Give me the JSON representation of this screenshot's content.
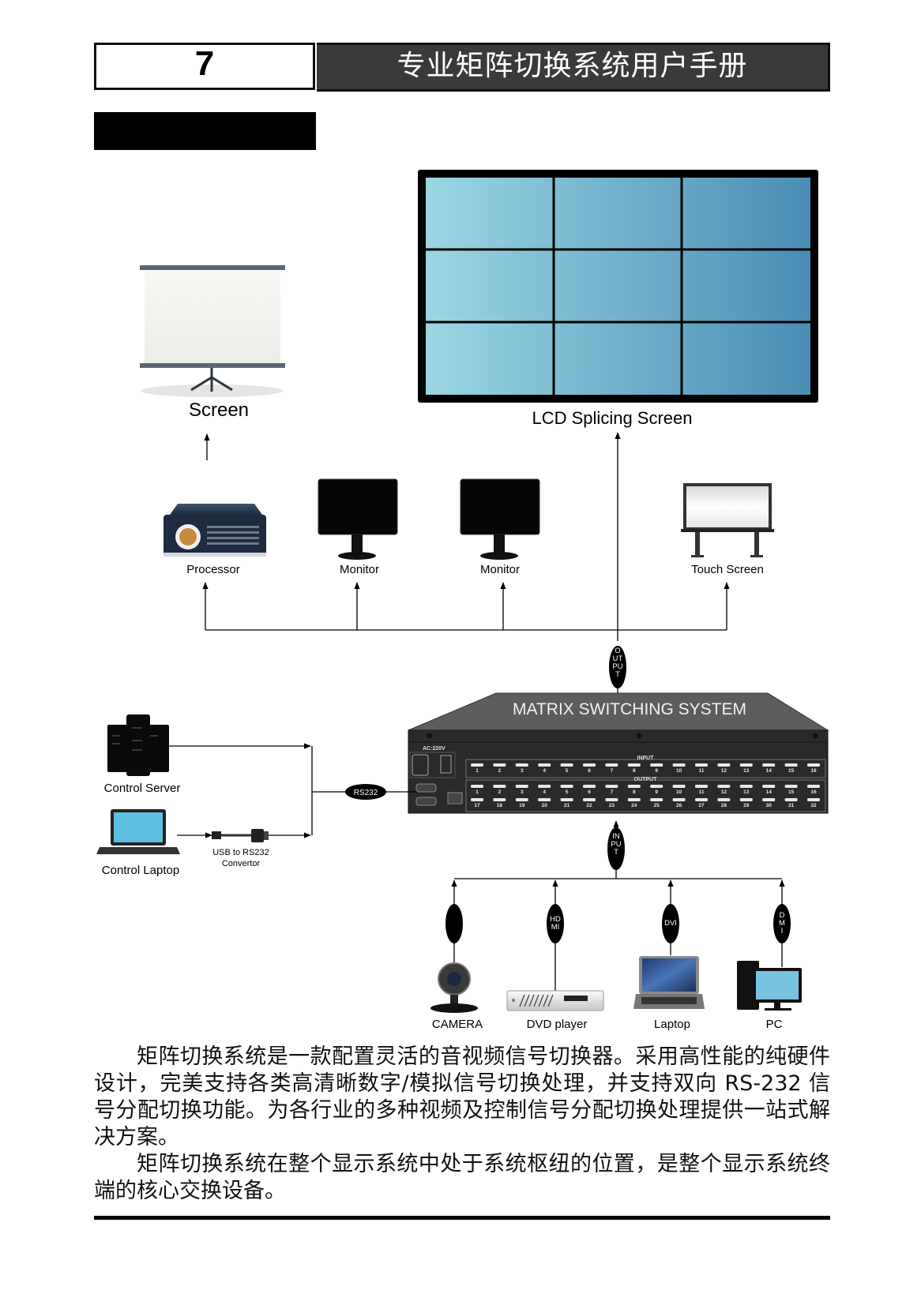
{
  "header": {
    "page_number": "7",
    "title": "专业矩阵切换系统用户手册"
  },
  "diagram": {
    "outputs": {
      "lcd_wall": {
        "label": "LCD Splicing Screen",
        "grid": "3x3"
      },
      "projection_screen": {
        "label": "Screen"
      },
      "devices": [
        {
          "id": "processor",
          "label": "Processor"
        },
        {
          "id": "monitor-1",
          "label": "Monitor"
        },
        {
          "id": "monitor-2",
          "label": "Monitor"
        },
        {
          "id": "touch-screen",
          "label": "Touch Screen"
        }
      ],
      "bus_label": "OUTPUT",
      "bus_label_lines": [
        "O",
        "UT",
        "PU",
        "T"
      ]
    },
    "matrix": {
      "title": "MATRIX SWITCHING SYSTEM",
      "power_label": "AC:220V",
      "input_row_label": "INPUT",
      "output_row_label": "OUTPUT",
      "input_ports": [
        "1",
        "2",
        "3",
        "4",
        "5",
        "6",
        "7",
        "8",
        "9",
        "10",
        "11",
        "12",
        "13",
        "14",
        "15",
        "16"
      ],
      "output_ports_row1": [
        "1",
        "2",
        "3",
        "4",
        "5",
        "6",
        "7",
        "8",
        "9",
        "10",
        "11",
        "12",
        "13",
        "14",
        "15",
        "16"
      ],
      "output_ports_row2": [
        "17",
        "18",
        "19",
        "20",
        "21",
        "22",
        "23",
        "24",
        "25",
        "26",
        "27",
        "28",
        "29",
        "30",
        "31",
        "32"
      ]
    },
    "control": {
      "server_label": "Control Server",
      "laptop_label": "Control Laptop",
      "converter_label_lines": [
        "USB to RS232",
        "Convertor"
      ],
      "link_label": "RS232"
    },
    "inputs": {
      "bus_label": "INPUT",
      "bus_label_lines": [
        "IN",
        "PU",
        "T"
      ],
      "sources": [
        {
          "id": "camera",
          "label": "CAMERA",
          "connector_lines": []
        },
        {
          "id": "dvd-player",
          "label": "DVD player",
          "connector_lines": [
            "HD",
            "MI"
          ]
        },
        {
          "id": "laptop",
          "label": "Laptop",
          "connector_lines": [
            "DVI"
          ]
        },
        {
          "id": "pc",
          "label": "PC",
          "connector_lines": [
            "D",
            "M",
            "I"
          ]
        }
      ]
    }
  },
  "body_text": {
    "paragraphs": [
      "矩阵切换系统是一款配置灵活的音视频信号切换器。采用高性能的纯硬件设计，完美支持各类高清晰数字/模拟信号切换处理，并支持双向 RS-232 信号分配切换功能。为各行业的多种视频及控制信号分配切换处理提供一站式解决方案。",
      "矩阵切换系统在整个显示系统中处于系统枢纽的位置，是整个显示系统终端的核心交换设备。"
    ]
  },
  "colors": {
    "header_bg": "#3a3a3a",
    "lcd_light": "#97d3e0",
    "lcd_dark": "#4a8db4",
    "device_body": "#2b2b2b",
    "device_top": "#5a5a5a"
  }
}
